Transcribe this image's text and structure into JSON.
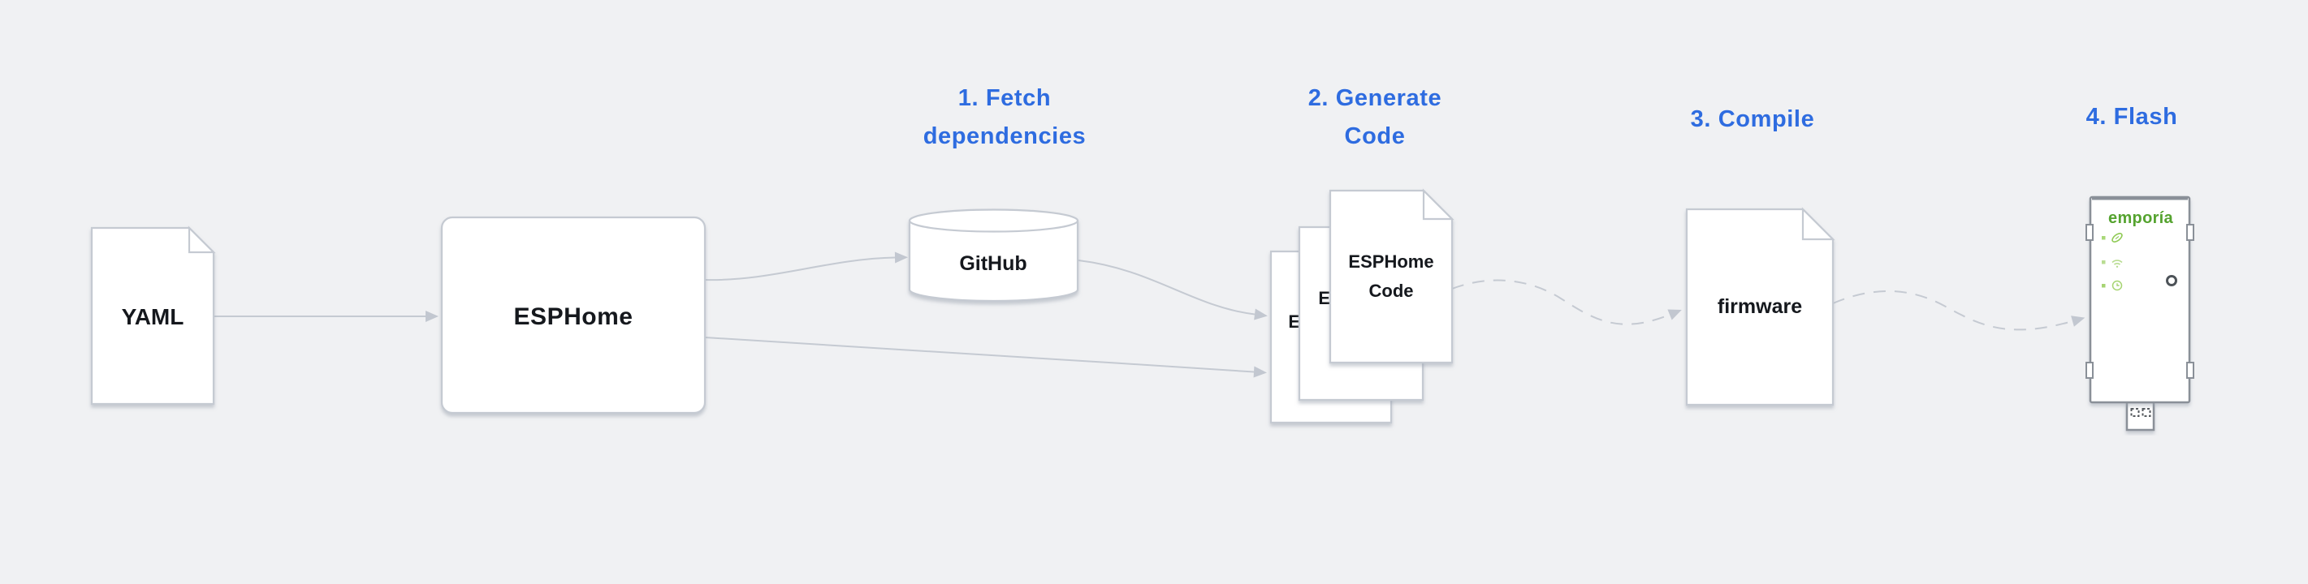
{
  "diagram": {
    "background_color": "#f0f1f3",
    "accent_blue": "#2e6ce0",
    "line_gray": "#c5cad2",
    "brand_green": "#55a32f",
    "steps": [
      {
        "number": 1,
        "line1": "1. Fetch",
        "line2": "dependencies"
      },
      {
        "number": 2,
        "line1": "2. Generate",
        "line2": "Code"
      },
      {
        "number": 3,
        "line1": "3. Compile",
        "line2": ""
      },
      {
        "number": 4,
        "line1": "4. Flash",
        "line2": ""
      }
    ],
    "nodes": {
      "yaml": {
        "label": "YAML",
        "shape": "document"
      },
      "esphome": {
        "label": "ESPHome",
        "shape": "rounded-box"
      },
      "github": {
        "label": "GitHub",
        "shape": "database-cylinder"
      },
      "code": {
        "line1": "ESPHome",
        "line2": "Code",
        "shape": "document-stack",
        "copies": 3
      },
      "firmware": {
        "label": "firmware",
        "shape": "document"
      },
      "device": {
        "brand": "emporía",
        "shape": "usb-dongle",
        "led_icons": [
          "link",
          "wifi",
          "clock"
        ]
      }
    }
  }
}
